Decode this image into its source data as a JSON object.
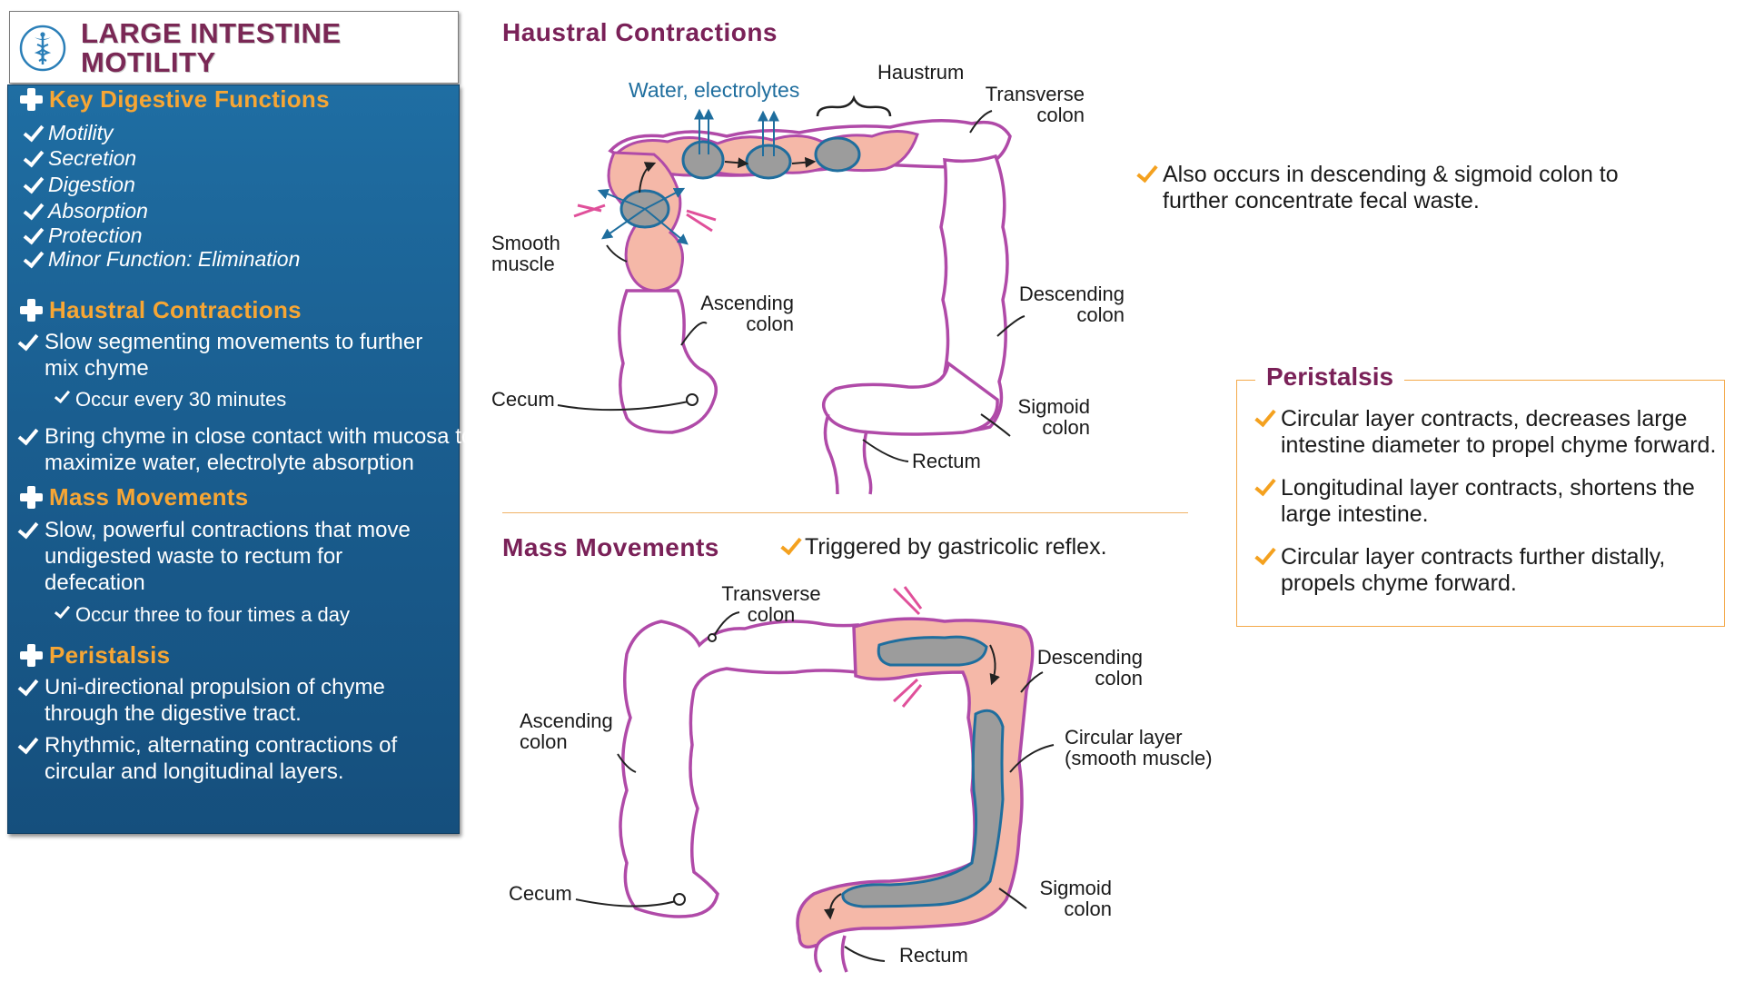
{
  "title": "LARGE INTESTINE MOTILITY",
  "logo_icon": "caduceus-icon",
  "sidebar": {
    "sections": [
      {
        "heading": "Key Digestive Functions",
        "items": [
          "Motility",
          "Secretion",
          "Digestion",
          "Absorption",
          "Protection",
          "Minor Function: Elimination"
        ]
      },
      {
        "heading": "Haustral Contractions",
        "items": [
          "Slow segmenting movements to further mix chyme",
          "Occur every 30 minutes",
          "Bring chyme in close contact with mucosa to maximize water, electrolyte absorption"
        ]
      },
      {
        "heading": "Mass Movements",
        "items": [
          "Slow, powerful contractions that move undigested waste to rectum for defecation",
          "Occur three to four times a day"
        ]
      },
      {
        "heading": "Peristalsis",
        "items": [
          "Uni-directional propulsion of chyme through the digestive tract.",
          "Rhythmic, alternating contractions of circular and longitudinal layers."
        ]
      }
    ]
  },
  "haustral": {
    "heading": "Haustral Contractions",
    "labels": {
      "water": "Water, electrolytes",
      "haustrum": "Haustrum",
      "transverse": "Transverse colon",
      "smooth_muscle": "Smooth muscle",
      "ascending": "Ascending colon",
      "descending": "Descending colon",
      "cecum": "Cecum",
      "sigmoid": "Sigmoid colon",
      "rectum": "Rectum"
    },
    "note": "Also occurs in descending & sigmoid colon to further concentrate fecal waste."
  },
  "mass": {
    "heading": "Mass Movements",
    "note": "Triggered by gastricolic reflex.",
    "labels": {
      "transverse": "Transverse colon",
      "descending": "Descending colon",
      "ascending": "Ascending colon",
      "circular": "Circular layer (smooth muscle)",
      "cecum": "Cecum",
      "sigmoid": "Sigmoid colon",
      "rectum": "Rectum"
    }
  },
  "peristalsis_box": {
    "heading": "Peristalsis",
    "items": [
      "Circular layer contracts, decreases large intestine diameter to propel chyme forward.",
      "Longitudinal layer contracts, shortens the large intestine.",
      "Circular layer contracts further distally, propels chyme forward."
    ]
  },
  "colors": {
    "heading": "#7a2158",
    "panel": "#1a5e90",
    "accent": "#f7a634",
    "colon_outline": "#b04aa8",
    "colon_fill": "#f5b8a8",
    "chyme": "#9c9c9c",
    "chyme_outline": "#1f6e9e",
    "arrow_pink": "#e0509a"
  }
}
